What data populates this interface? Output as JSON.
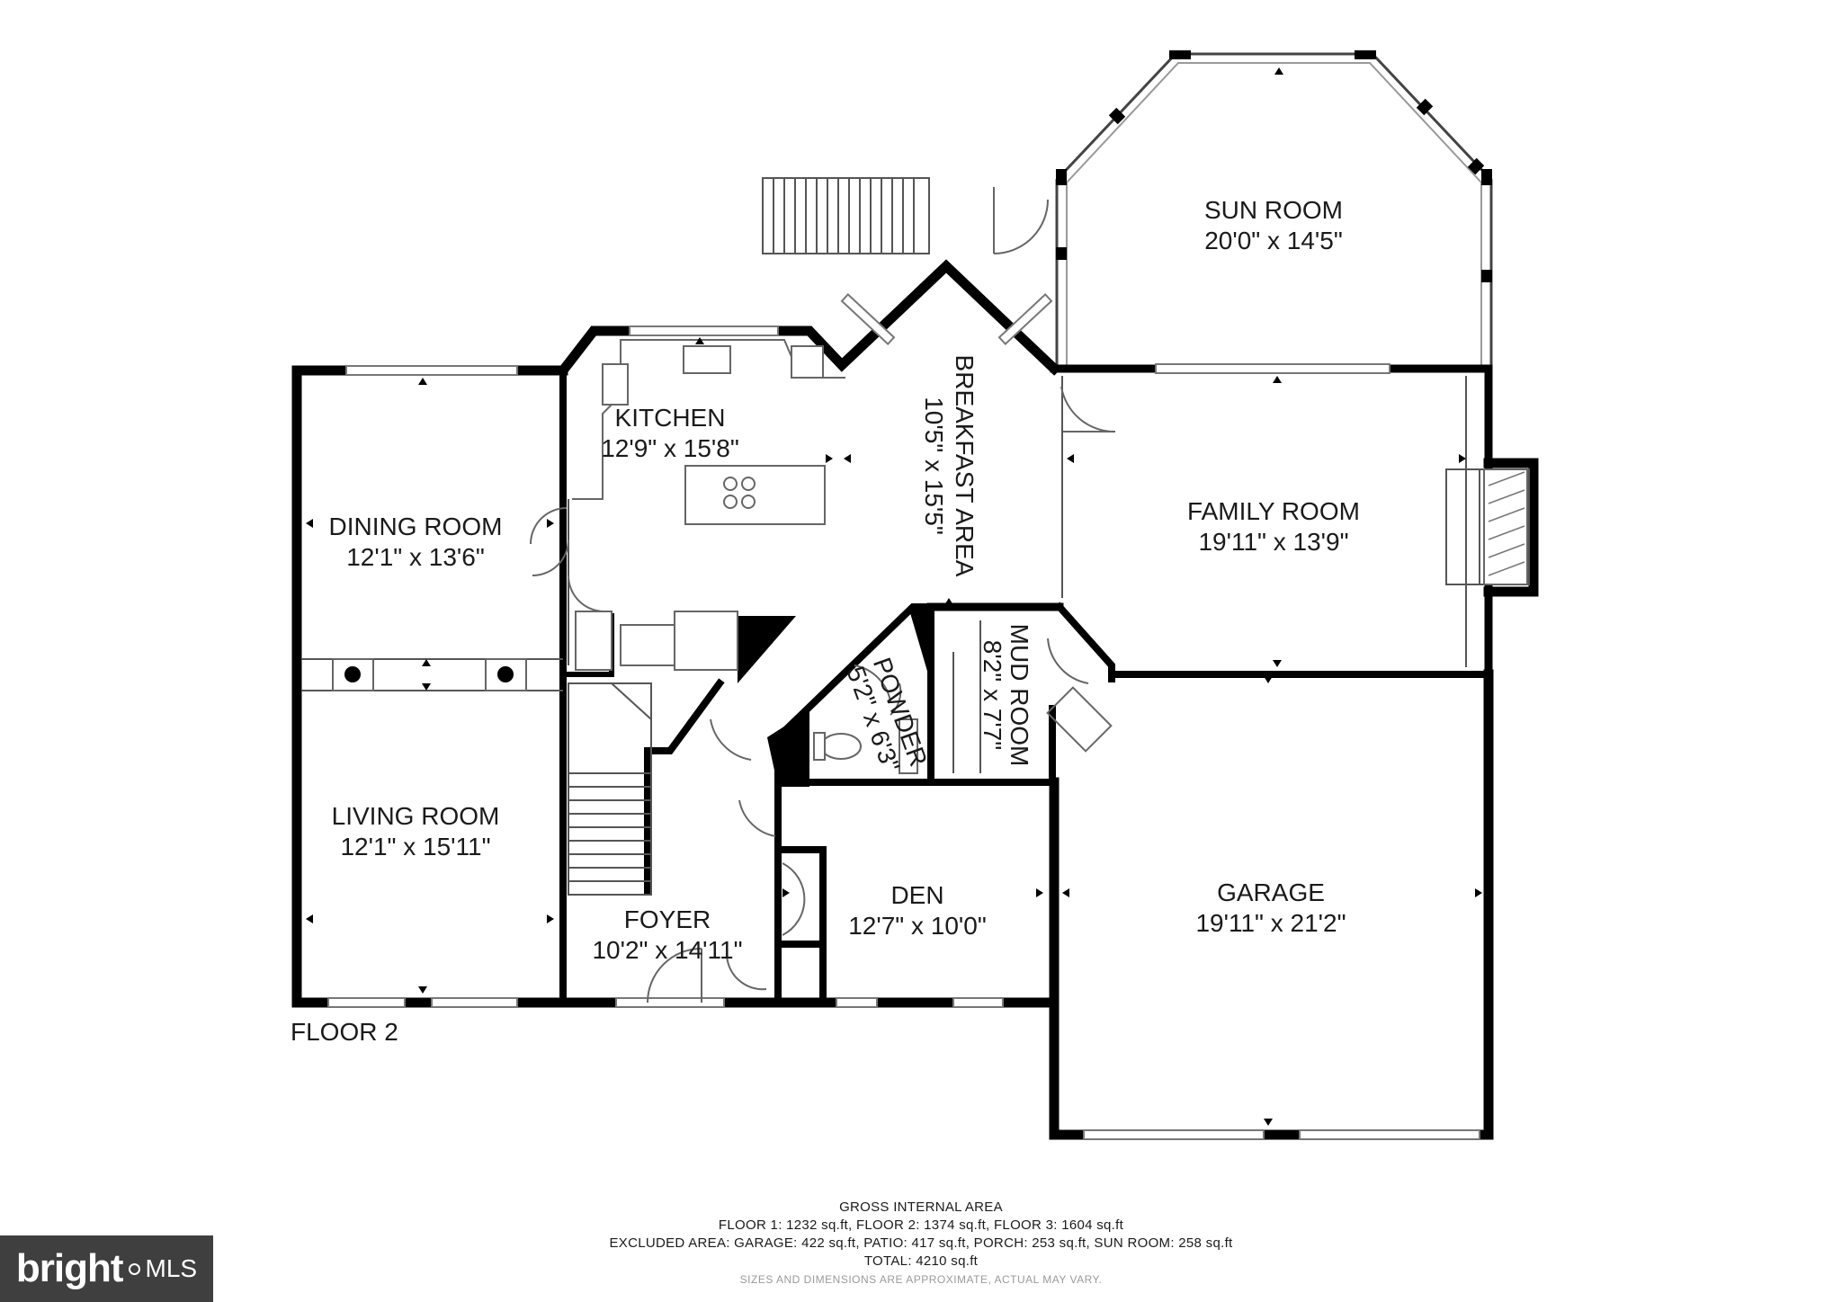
{
  "floor_label": "FLOOR 2",
  "rooms": [
    {
      "id": "sun_room",
      "name": "SUN ROOM",
      "dims": "20'0\" x 14'5\""
    },
    {
      "id": "kitchen",
      "name": "KITCHEN",
      "dims": "12'9\" x 15'8\""
    },
    {
      "id": "breakfast",
      "name": "BREAKFAST AREA",
      "dims": "10'5\" x 15'5\""
    },
    {
      "id": "family_room",
      "name": "FAMILY ROOM",
      "dims": "19'11\" x 13'9\""
    },
    {
      "id": "dining_room",
      "name": "DINING ROOM",
      "dims": "12'1\" x 13'6\""
    },
    {
      "id": "mud_room",
      "name": "MUD ROOM",
      "dims": "8'2\" x 7'7\""
    },
    {
      "id": "powder",
      "name": "POWDER",
      "dims": "5'2\" x 6'3\""
    },
    {
      "id": "living_room",
      "name": "LIVING ROOM",
      "dims": "12'1\" x 15'11\""
    },
    {
      "id": "den",
      "name": "DEN",
      "dims": "12'7\" x 10'0\""
    },
    {
      "id": "garage",
      "name": "GARAGE",
      "dims": "19'11\" x 21'2\""
    },
    {
      "id": "foyer",
      "name": "FOYER",
      "dims": "10'2\" x 14'11\""
    }
  ],
  "area_summary": {
    "title": "GROSS INTERNAL AREA",
    "floors": "FLOOR 1: 1232 sq.ft, FLOOR 2: 1374 sq.ft, FLOOR 3: 1604 sq.ft",
    "excluded": "EXCLUDED AREA: GARAGE: 422 sq.ft, PATIO: 417 sq.ft, PORCH: 253 sq.ft, SUN ROOM: 258 sq.ft",
    "total": "TOTAL: 4210 sq.ft",
    "note": "SIZES AND DIMENSIONS ARE APPROXIMATE, ACTUAL MAY VARY."
  },
  "logo": {
    "brand": "bright",
    "suffix": "MLS"
  }
}
